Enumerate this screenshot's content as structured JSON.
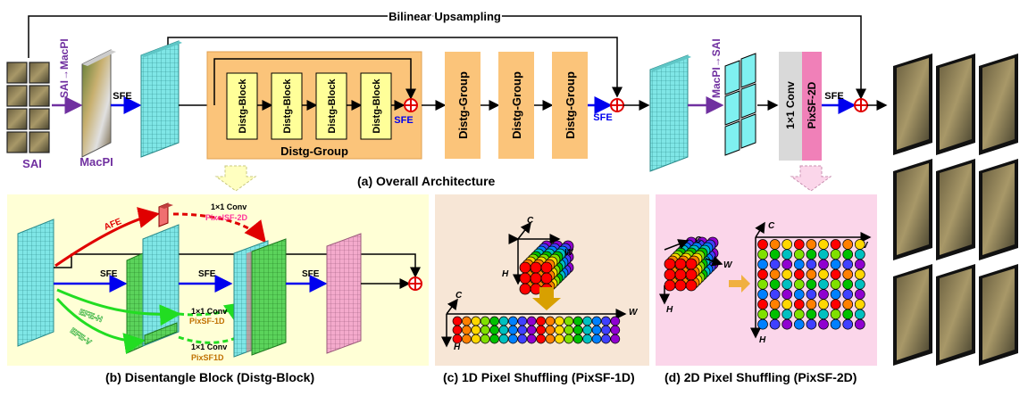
{
  "labels": {
    "bilinear": "Bilinear Upsampling",
    "sai": "SAI",
    "sai_to_macpi": "SAI→MacPI",
    "macpi": "MacPI",
    "sfe": "SFE",
    "distg_block": "Distg-Block",
    "distg_group": "Distg-Group",
    "macpi_to_sai": "MacPI→SAI",
    "conv1x1": "1×1 Conv",
    "pixsf2d": "PixSF-2D",
    "afe": "AFE",
    "efe_h": "EFE-H",
    "efe_v": "EFE-V",
    "pixelsf2d": "PixelSF-2D",
    "pixsf1d": "PixSF-1D",
    "pixsf1d_b": "PixSF1D",
    "axis_c": "C",
    "axis_w": "W",
    "axis_h": "H"
  },
  "captions": {
    "a": "(a) Overall Architecture",
    "b": "(b) Disentangle Block (Distg-Block)",
    "c": "(c) 1D Pixel Shuffling (PixSF-1D)",
    "d": "(d) 2D Pixel Shuffling (PixSF-2D)"
  },
  "colors": {
    "orange_group": "#fbc47a",
    "block_yellow": "#ffff99",
    "cyan": "#7fe6e6",
    "green": "#5bd35b",
    "pink": "#f4aacc",
    "panel_b": "#ffffd6",
    "panel_c": "#f7e6d6",
    "panel_d": "#fbd6ea",
    "blue_arrow": "#0000ee",
    "purple_arrow": "#7030a0",
    "red_adder": "#e00000",
    "rainbow": [
      "#ff0000",
      "#ff8000",
      "#ffd700",
      "#80e000",
      "#00c000",
      "#00c0c0",
      "#0080ff",
      "#4040ff",
      "#9000d0"
    ]
  }
}
